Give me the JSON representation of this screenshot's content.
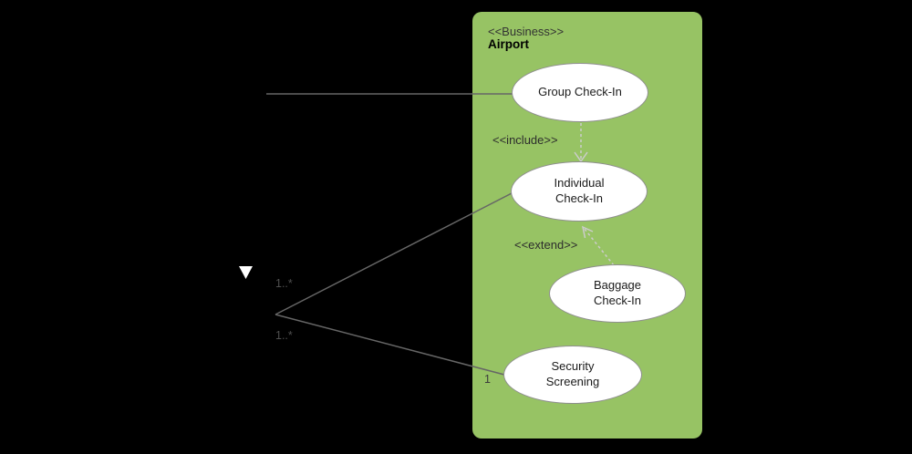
{
  "diagram": {
    "type": "uml-use-case-diagram",
    "background_color": "#000000",
    "boundary": {
      "stereotype": "<<Business>>",
      "name": "Airport",
      "fill_color": "#97C364"
    },
    "use_cases": [
      {
        "label": "Group Check-In"
      },
      {
        "label": "Individual\nCheck-In"
      },
      {
        "label": "Baggage\nCheck-In"
      },
      {
        "label": "Security\nScreening"
      }
    ],
    "dependencies": {
      "include_label": "<<include>>",
      "extend_label": "<<extend>>",
      "dash_color": "#cccccc"
    },
    "associations": {
      "line_color": "#666666",
      "multiplicity_individual_source": "1..*",
      "multiplicity_security_source": "1..*",
      "multiplicity_security_target": "1"
    },
    "markers": {
      "direction_indicator": "triangle-down",
      "direction_indicator_color": "#ffffff"
    },
    "node_style": {
      "fill": "#ffffff",
      "border_color": "#8f8f8f",
      "text_color": "#1a1a1a"
    }
  }
}
